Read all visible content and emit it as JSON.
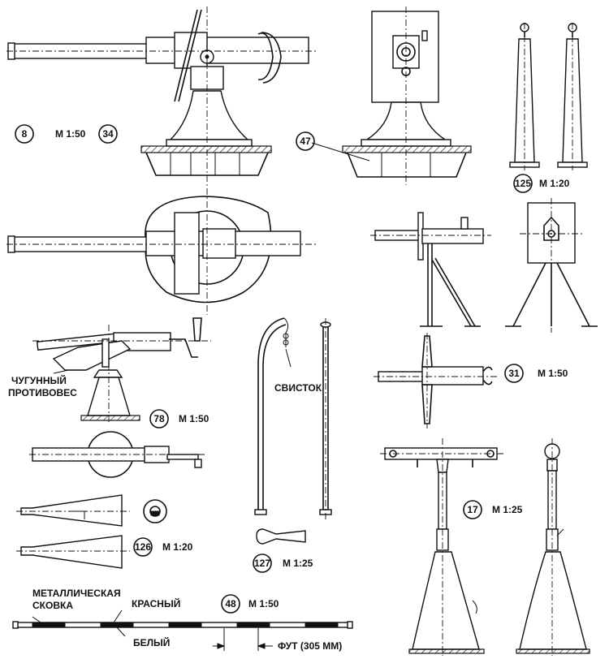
{
  "figures": [
    {
      "id": "f8",
      "number": "8",
      "scale": "М 1:50"
    },
    {
      "id": "f34",
      "number": "34"
    },
    {
      "id": "f47",
      "number": "47"
    },
    {
      "id": "f125",
      "number": "125",
      "scale": "М 1:20"
    },
    {
      "id": "f31",
      "number": "31",
      "scale": "М 1:50"
    },
    {
      "id": "f78",
      "number": "78",
      "scale": "М 1:50"
    },
    {
      "id": "f17",
      "number": "17",
      "scale": "М 1:25"
    },
    {
      "id": "f126",
      "number": "126",
      "scale": "М 1:20"
    },
    {
      "id": "f127",
      "number": "127",
      "scale": "М 1:25"
    },
    {
      "id": "f48",
      "number": "48",
      "scale": "М 1:50"
    }
  ],
  "labels": {
    "counterweight_line1": "ЧУГУННЫЙ",
    "counterweight_line2": "ПРОТИВОВЕС",
    "whistle": "СВИСТОК",
    "metal_band_line1": "МЕТАЛЛИЧЕСКАЯ",
    "metal_band_line2": "СКОВКА",
    "red": "КРАСНЫЙ",
    "white": "БЕЛЫЙ",
    "foot": "ФУТ (305 ММ)"
  }
}
